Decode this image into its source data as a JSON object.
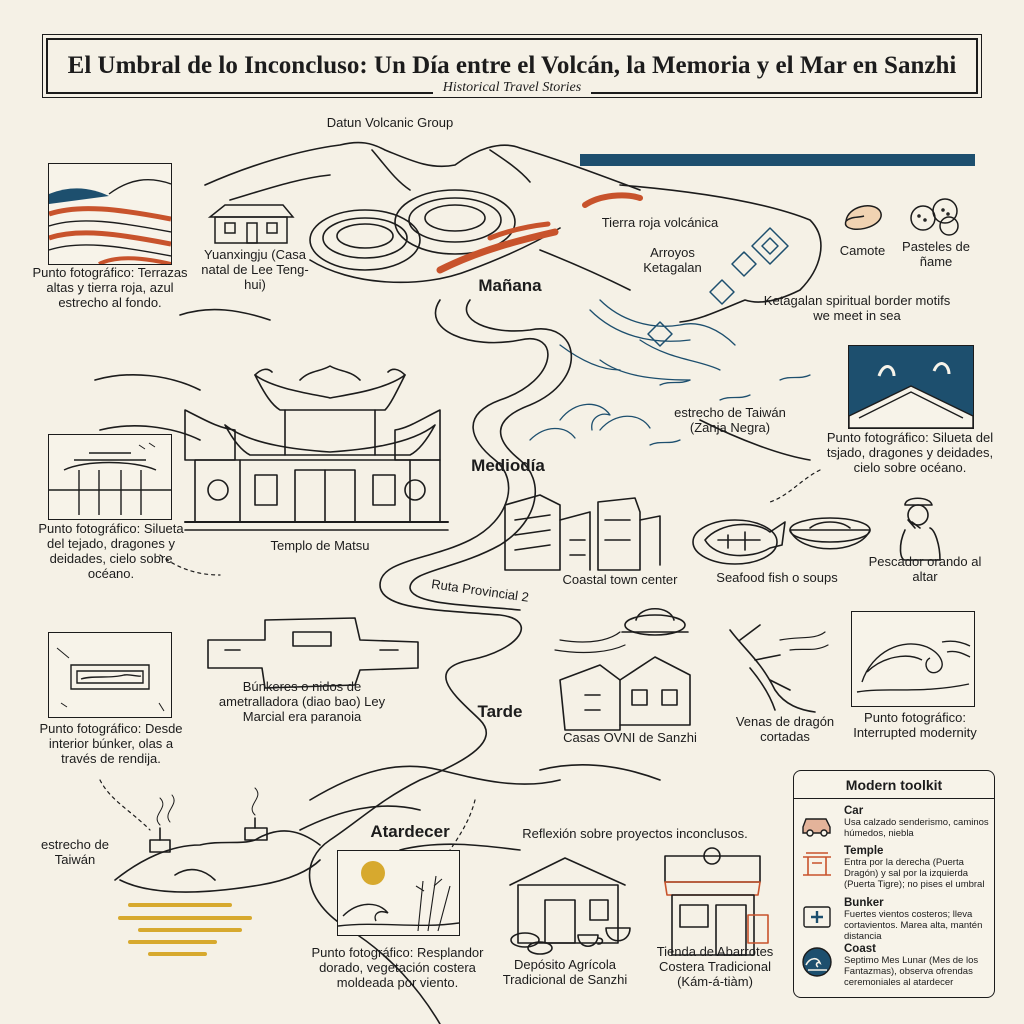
{
  "title": "El Umbral de lo Inconcluso: Un Día entre el Volcán, la Memoria y el Mar en Sanzhi",
  "subtitle": "Historical Travel Stories",
  "labels": {
    "datun": "Datun Volcanic Group",
    "yuanxingju": "Yuanxingju (Casa natal de Lee Teng-hui)",
    "tierra_roja": "Tierra roja volcánica",
    "arroyos": "Arroyos Ketagalan",
    "camote": "Camote",
    "pasteles": "Pasteles de ñame",
    "ketagalan_motifs": "Ketagalan spiritual border motifs we meet in sea",
    "estrecho_zanja": "estrecho de Taiwán (Zanja Negra)",
    "templo": "Templo de Matsu",
    "coastal_town": "Coastal town center",
    "seafood": "Seafood fish o soups",
    "pescador": "Pescador orando al altar",
    "ruta": "Ruta Provincial 2",
    "bunkeres": "Búnkeres o nidos de ametralladora (diao bao) Ley Marcial era paranoia",
    "casas_ovni": "Casas OVNI de Sanzhi",
    "venas": "Venas de dragón cortadas",
    "estrecho_taiwan": "estrecho de Taiwán",
    "reflexion": "Reflexión sobre proyectos inconclusos.",
    "deposito": "Depósito Agrícola Tradicional de Sanzhi",
    "tienda": "Tienda de Abarrotes Costera Tradicional (Kám-á-tiàm)"
  },
  "sections": {
    "manana": "Mañana",
    "mediodia": "Mediodía",
    "tarde": "Tarde",
    "atardecer": "Atardecer"
  },
  "photo_points": {
    "terrazas": "Punto fotográfico: Terrazas altas y tierra roja, azul estrecho al fondo.",
    "tejado_left": "Punto fotográfico: Silueta del tejado, dragones y deidades, cielo sobre océano.",
    "tejado_right": "Punto fotográfico: Silueta del tsjado, dragones y deidades, cielo sobre océano.",
    "bunker": "Punto fotográfico: Desde interior búnker, olas a través de rendija.",
    "modernity": "Punto fotográfico: Interrupted modernity",
    "resplandor": "Punto fotográfico: Resplandor dorado, vegetación costera moldeada por viento."
  },
  "toolkit": {
    "title": "Modern toolkit",
    "items": [
      {
        "name": "Car",
        "icon": "car-icon",
        "desc": "Usa calzado senderismo, caminos húmedos, niebla"
      },
      {
        "name": "Temple",
        "icon": "temple-icon",
        "desc": "Entra por la derecha (Puerta Dragón) y sal por la izquierda (Puerta Tigre); no pises el umbral"
      },
      {
        "name": "Bunker",
        "icon": "first-aid-icon",
        "desc": "Fuertes vientos costeros; lleva cortavientos. Marea alta, mantén distancia"
      },
      {
        "name": "Coast",
        "icon": "wave-icon",
        "desc": "Septimo Mes Lunar (Mes de los Fantazmas), observa ofrendas ceremoniales al atardecer"
      }
    ]
  },
  "colors": {
    "background": "#f5f1e6",
    "ink": "#1c1c1c",
    "strait_blue": "#1d4f6e",
    "volcanic_red": "#c8532c",
    "sunset_gold": "#d7a92e"
  }
}
